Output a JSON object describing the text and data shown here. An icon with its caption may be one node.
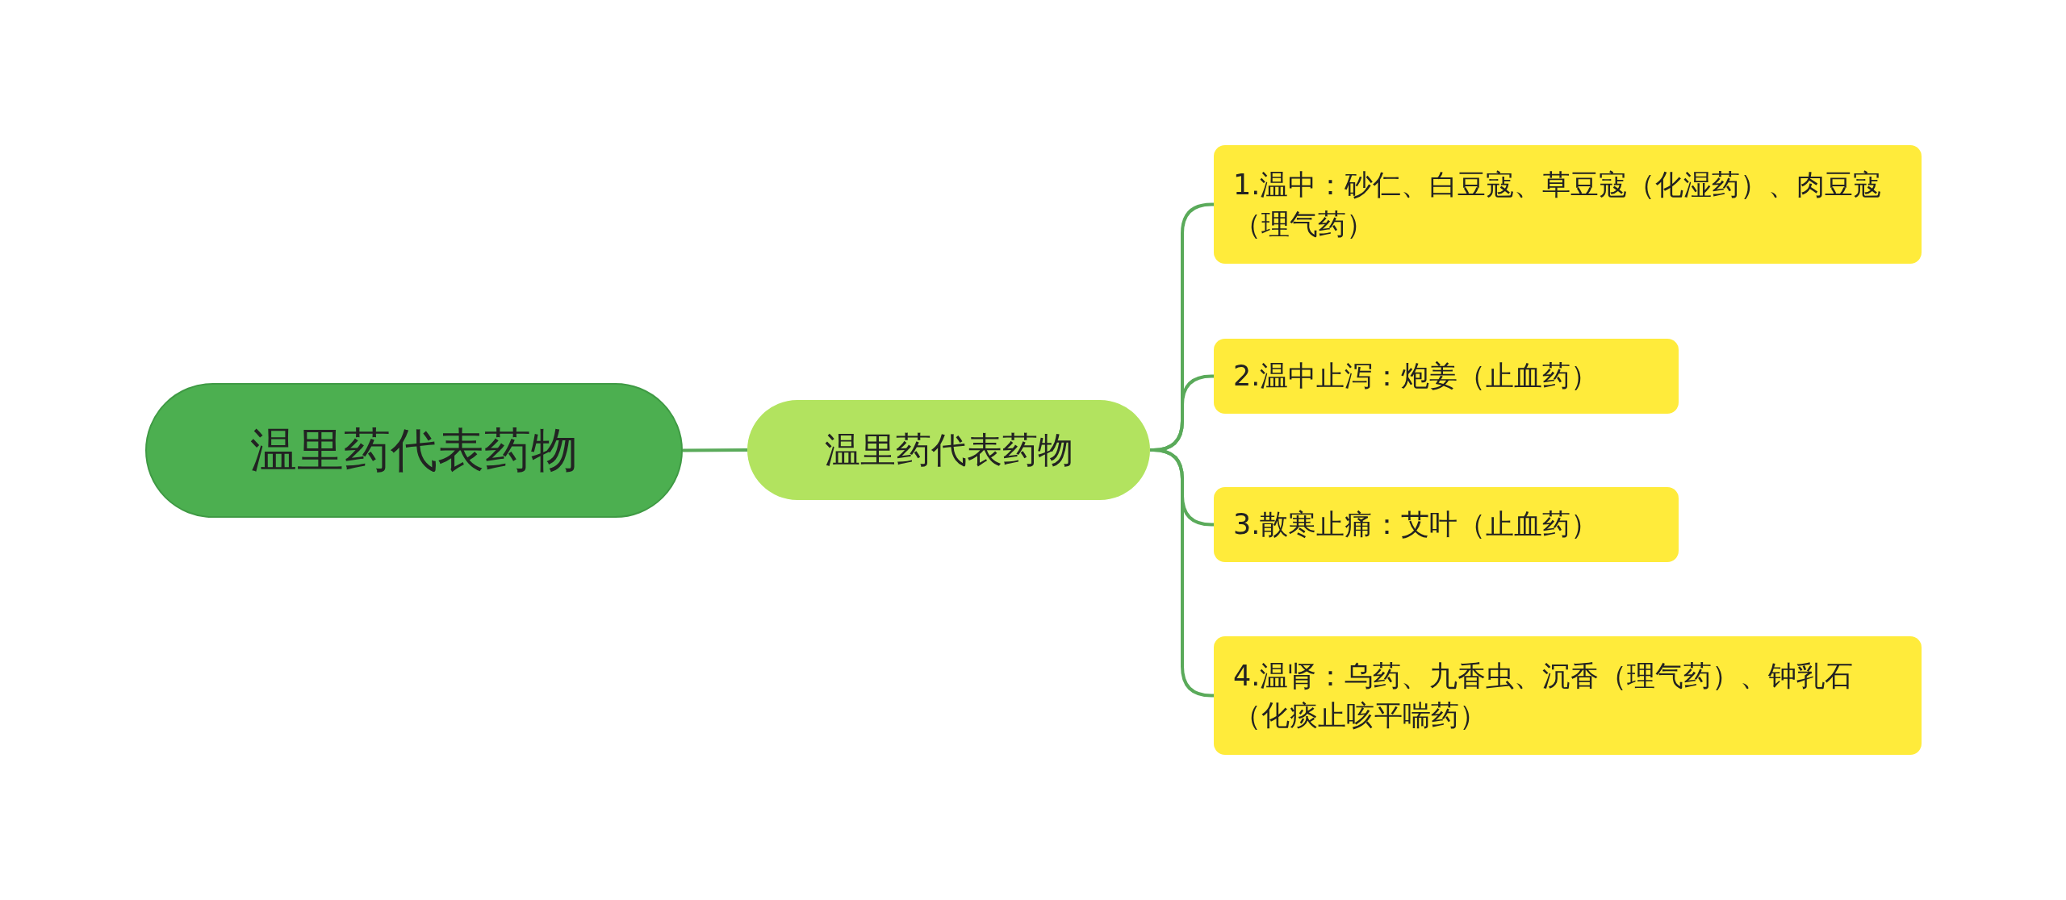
{
  "diagram": {
    "nodes": [
      {
        "text": [
          "温里药代表药物"
        ]
      },
      {
        "text": [
          "温里药代表药物"
        ]
      },
      {
        "text": [
          "1.温中：砂仁、白豆寇、草豆寇（化湿药）、肉豆寇（理气药）"
        ]
      },
      {
        "text": [
          "2.温中止泻：炮姜（止血药）"
        ]
      },
      {
        "text": [
          "3.散寒止痛：艾叶（止血药）"
        ]
      },
      {
        "text": [
          "4.温肾：乌药、九香虫、沉香（理气药）、钟乳石（化痰止咳平喘药）"
        ]
      }
    ],
    "edges": [
      {
        "from": 0,
        "to": 1,
        "arrow": "none"
      },
      {
        "from": 1,
        "to": 2,
        "arrow": "none"
      },
      {
        "from": 1,
        "to": 3,
        "arrow": "none"
      },
      {
        "from": 1,
        "to": 4,
        "arrow": "none"
      },
      {
        "from": 1,
        "to": 5,
        "arrow": "none"
      }
    ]
  }
}
